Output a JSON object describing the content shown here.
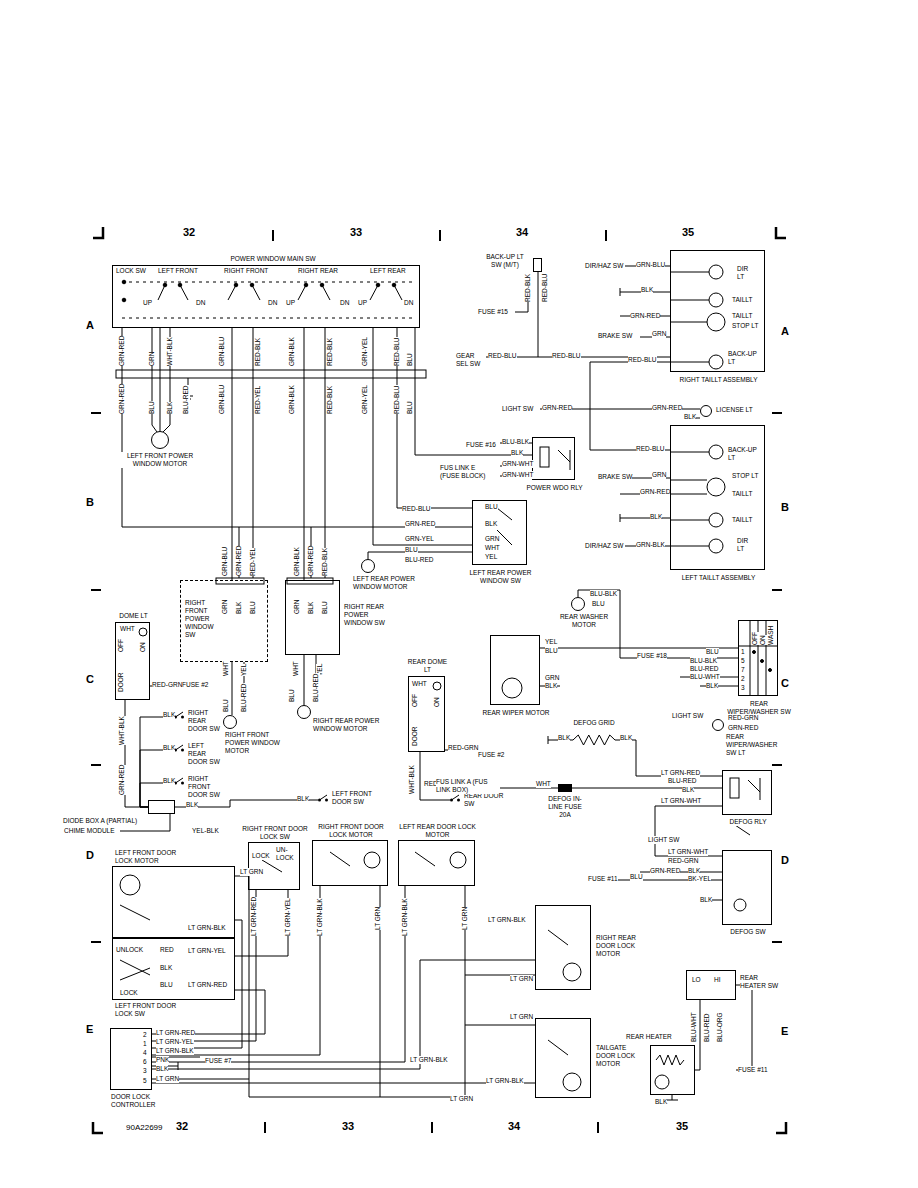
{
  "diagram": {
    "nodes": [
      {
        "text": [
          "POWER WINDOW MAIN SW"
        ]
      },
      {
        "text": [
          "LEFT FRONT POWER WINDOW MOTOR"
        ]
      },
      {
        "text": [
          "BACK-UP LT SW (M/T)"
        ]
      },
      {
        "text": [
          "RIGHT TAILLT ASSEMBLY"
        ]
      },
      {
        "text": [
          "POWER WDO RLY"
        ]
      },
      {
        "text": [
          "LEFT TAILLT ASSEMBLY"
        ]
      },
      {
        "text": [
          "LEFT REAR POWER WINDOW SW"
        ]
      },
      {
        "text": [
          "LEFT REAR POWER WINDOW MOTOR"
        ]
      },
      {
        "text": [
          "RIGHT FRONT POWER WINDOW SW"
        ]
      },
      {
        "text": [
          "RIGHT REAR POWER WINDOW SW"
        ]
      },
      {
        "text": [
          "RIGHT FRONT POWER WINDOW MOTOR"
        ]
      },
      {
        "text": [
          "RIGHT REAR POWER WINDOW MOTOR"
        ]
      },
      {
        "text": [
          "DOME LT"
        ]
      },
      {
        "text": [
          "REAR DOME LT"
        ]
      },
      {
        "text": [
          "RIGHT REAR DOOR SW"
        ]
      },
      {
        "text": [
          "LEFT REAR DOOR SW"
        ]
      },
      {
        "text": [
          "RIGHT FRONT DOOR SW"
        ]
      },
      {
        "text": [
          "LEFT FRONT DOOR SW"
        ]
      },
      {
        "text": [
          "REAR DOOR SW"
        ]
      },
      {
        "text": [
          "DIODE BOX A (PARTIAL)"
        ]
      },
      {
        "text": [
          "REAR WASHER MOTOR"
        ]
      },
      {
        "text": [
          "REAR WIPER MOTOR"
        ]
      },
      {
        "text": [
          "REAR WIPER/WASHER SW"
        ]
      },
      {
        "text": [
          "DEFOG GRID"
        ]
      },
      {
        "text": [
          "DEFOG IN-LINE FUSE 20A"
        ]
      },
      {
        "text": [
          "DEFOG RLY"
        ]
      },
      {
        "text": [
          "REAR WIPER/WASHER SW LT"
        ]
      },
      {
        "text": [
          "DEFOG SW"
        ]
      },
      {
        "text": [
          "LEFT FRONT DOOR LOCK MOTOR"
        ]
      },
      {
        "text": [
          "LEFT FRONT DOOR LOCK SW"
        ]
      },
      {
        "text": [
          "RIGHT FRONT DOOR LOCK SW"
        ]
      },
      {
        "text": [
          "RIGHT FRONT DOOR LOCK MOTOR"
        ]
      },
      {
        "text": [
          "LEFT REAR DOOR LOCK MOTOR"
        ]
      },
      {
        "text": [
          "RIGHT REAR DOOR LOCK MOTOR"
        ]
      },
      {
        "text": [
          "TAILGATE DOOR LOCK MOTOR"
        ]
      },
      {
        "text": [
          "DOOR LOCK CONTROLLER"
        ]
      },
      {
        "text": [
          "REAR HEATER SW"
        ]
      },
      {
        "text": [
          "REAR HEATER"
        ]
      },
      {
        "text": [
          "LICENSE LT"
        ]
      }
    ],
    "edges": [
      {
        "from": 0,
        "to": 1,
        "arrow": "none"
      },
      {
        "from": 0,
        "to": 8,
        "arrow": "none"
      },
      {
        "from": 0,
        "to": 9,
        "arrow": "none"
      },
      {
        "from": 0,
        "to": 6,
        "arrow": "none"
      },
      {
        "from": 0,
        "to": 4,
        "arrow": "none"
      },
      {
        "from": 6,
        "to": 7,
        "arrow": "none"
      },
      {
        "from": 8,
        "to": 10,
        "arrow": "none"
      },
      {
        "from": 9,
        "to": 11,
        "arrow": "none"
      },
      {
        "from": 2,
        "to": 3,
        "arrow": "none"
      },
      {
        "from": 3,
        "to": 5,
        "arrow": "none"
      },
      {
        "from": 12,
        "to": 19,
        "arrow": "none"
      },
      {
        "from": 17,
        "to": 19,
        "arrow": "none"
      },
      {
        "from": 13,
        "to": 18,
        "arrow": "none"
      },
      {
        "from": 20,
        "to": 22,
        "arrow": "none"
      },
      {
        "from": 21,
        "to": 22,
        "arrow": "none"
      },
      {
        "from": 23,
        "to": 25,
        "arrow": "none"
      },
      {
        "from": 24,
        "to": 25,
        "arrow": "none"
      },
      {
        "from": 25,
        "to": 27,
        "arrow": "none"
      },
      {
        "from": 29,
        "to": 35,
        "arrow": "none"
      },
      {
        "from": 28,
        "to": 35,
        "arrow": "none"
      },
      {
        "from": 30,
        "to": 35,
        "arrow": "none"
      },
      {
        "from": 31,
        "to": 35,
        "arrow": "none"
      },
      {
        "from": 32,
        "to": 35,
        "arrow": "none"
      },
      {
        "from": 33,
        "to": 35,
        "arrow": "none"
      },
      {
        "from": 34,
        "to": 35,
        "arrow": "none"
      },
      {
        "from": 36,
        "to": 37,
        "arrow": "none"
      },
      {
        "from": 14,
        "to": 19,
        "arrow": "none"
      },
      {
        "from": 15,
        "to": 19,
        "arrow": "none"
      },
      {
        "from": 16,
        "to": 19,
        "arrow": "none"
      }
    ],
    "labels": [
      "32",
      "33",
      "34",
      "35",
      "A",
      "A",
      "B",
      "B",
      "C",
      "C",
      "D",
      "D",
      "E",
      "E",
      "32",
      "33",
      "34",
      "35",
      "90A22699",
      "LOCK SW",
      "LEFT FRONT",
      "RIGHT FRONT",
      "RIGHT REAR",
      "LEFT REAR",
      "UP",
      "DN",
      "DN",
      "UP",
      "DN",
      "UP",
      "DN",
      "GRN-RED",
      "GRN",
      "WHT-BLK",
      "GRN-BLU",
      "RED-BLK",
      "GRN-BLK",
      "RED-BLK",
      "GRN-YEL",
      "RED-BLU",
      "BLU",
      "GRN-RED",
      "BLU",
      "BLK",
      "BLU-RED",
      "GRN-BLU",
      "RED-YEL",
      "GRN-BLK",
      "RED-BLK",
      "GRN-YEL",
      "RED-BLU",
      "BLU",
      "FUSE #15",
      "RED-BLK",
      "RED-BLU",
      "GEAR SEL SW",
      "RED-BLU",
      "RED-BLU",
      "DIR/HAZ SW",
      "GRN-BLU",
      "BLK",
      "GRN-RED",
      "BRAKE SW",
      "GRN",
      "RED-BLU",
      "DIR LT",
      "TAILLT",
      "TAILLT",
      "STOP LT",
      "BACK-UP LT",
      "LIGHT SW",
      "GRN-RED",
      "GRN-RED",
      "BLK",
      "FUSE #16",
      "BLU-BLK",
      "BLK",
      "FUS LINK E (FUSE BLOCK)",
      "GRN-WHT",
      "GRN-WHT",
      "RED-BLU",
      "BACK-UP LT",
      "BRAKE SW",
      "GRN",
      "GRN-RED",
      "STOP LT",
      "TAILLT",
      "BLK",
      "TAILLT",
      "DIR/HAZ SW",
      "GRN-BLK",
      "DIR LT",
      "RED-BLU",
      "GRN-RED",
      "GRN-YEL",
      "BLU",
      "BLU-RED",
      "BLU",
      "BLK",
      "GRN",
      "WHT",
      "YEL",
      "GRN-BLU",
      "GRN-RED",
      "RED-YEL",
      "GRN-BLK",
      "GRN-RED",
      "RED-BLK",
      "GRN",
      "BLK",
      "BLU",
      "GRN",
      "BLK",
      "BLU",
      "WHT",
      "YEL",
      "WHT",
      "YEL",
      "BLU",
      "BLU-RED",
      "BLU",
      "BLU-RED",
      "WHT",
      "OFF",
      "ON",
      "DOOR",
      "RED-GRN",
      "FUSE #2",
      "WHT-BLK",
      "GRN-RED",
      "BLK",
      "BLK",
      "BLK",
      "BLK",
      "CHIME MODULE",
      "YEL-BLK",
      "BLK",
      "WHT",
      "OFF",
      "ON",
      "DOOR",
      "RED-GRN",
      "FUSE #2",
      "WHT-BLK",
      "RED-YEL",
      "BLU-BLK",
      "BLU",
      "YEL",
      "BLU",
      "FUSE #18",
      "BLU",
      "BLU-BLK",
      "BLU-RED",
      "BLU-WHT",
      "BLK",
      "GRN",
      "BLK",
      "1",
      "5",
      "7",
      "2",
      "3",
      "OFF",
      "ON",
      "WASH",
      "LIGHT SW",
      "RED-GRN",
      "GRN-RED",
      "BLK",
      "BLK",
      "LT GRN-RED",
      "BLU-RED",
      "BLK",
      "LT GRN-WHT",
      "FUS LINK A (FUS LINK BOX)",
      "WHT",
      "LIGHT SW",
      "LT GRN-WHT",
      "RED-GRN",
      "GRN-RED",
      "BLK",
      "FUSE #11",
      "BLU",
      "BK-YEL",
      "BLK",
      "LT GRN",
      "LT GRN-BLK",
      "UNLOCK",
      "RED",
      "LT GRN-YEL",
      "BLK",
      "BLU",
      "LT GRN-RED",
      "LOCK",
      "LOCK",
      "UN-LOCK",
      "LT GRN-RED",
      "LT GRN-YEL",
      "LT GRN-BLK",
      "LT GRN",
      "LT GRN-BLK",
      "LT GRN",
      "LT GRN-BLK",
      "LT GRN",
      "LT GRN",
      "LT GRN-BLK",
      "2",
      "1",
      "4",
      "6",
      "3",
      "5",
      "LT GRN-RED",
      "LT GRN-YEL",
      "LT GRN-BLK",
      "PNK",
      "BLK",
      "LT GRN",
      "FUSE #7",
      "LT GRN-BLK",
      "LT GRN",
      "LO",
      "HI",
      "BLU-WHT",
      "BLU-RED",
      "BLU-ORG",
      "FUSE #11",
      "BLK"
    ]
  }
}
